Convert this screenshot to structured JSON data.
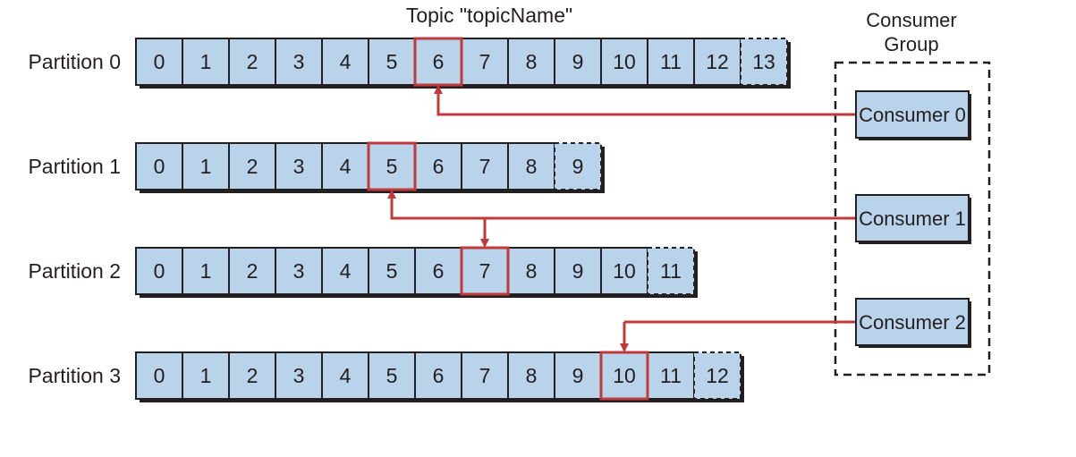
{
  "title": "Topic \"topicName\"",
  "group_label_line1": "Consumer",
  "group_label_line2": "Group",
  "colors": {
    "cell_fill": "#b9d3ea",
    "cell_stroke": "#231f20",
    "shadow": "#231f20",
    "highlight": "#c0393b",
    "arrow": "#c0393b",
    "consumer_fill": "#b9d3ea"
  },
  "partitions": [
    {
      "label": "Partition 0",
      "offsets": [
        "0",
        "1",
        "2",
        "3",
        "4",
        "5",
        "6",
        "7",
        "8",
        "9",
        "10",
        "11",
        "12",
        "13"
      ],
      "current_offset_index": 6,
      "next_write_index": 13
    },
    {
      "label": "Partition 1",
      "offsets": [
        "0",
        "1",
        "2",
        "3",
        "4",
        "5",
        "6",
        "7",
        "8",
        "9"
      ],
      "current_offset_index": 5,
      "next_write_index": 9
    },
    {
      "label": "Partition 2",
      "offsets": [
        "0",
        "1",
        "2",
        "3",
        "4",
        "5",
        "6",
        "7",
        "8",
        "9",
        "10",
        "11"
      ],
      "current_offset_index": 7,
      "next_write_index": 11
    },
    {
      "label": "Partition 3",
      "offsets": [
        "0",
        "1",
        "2",
        "3",
        "4",
        "5",
        "6",
        "7",
        "8",
        "9",
        "10",
        "11",
        "12"
      ],
      "current_offset_index": 10,
      "next_write_index": 12
    }
  ],
  "consumers": [
    {
      "label": "Consumer 0",
      "reads": [
        0
      ]
    },
    {
      "label": "Consumer 1",
      "reads": [
        1,
        2
      ]
    },
    {
      "label": "Consumer 2",
      "reads": [
        3
      ]
    }
  ]
}
